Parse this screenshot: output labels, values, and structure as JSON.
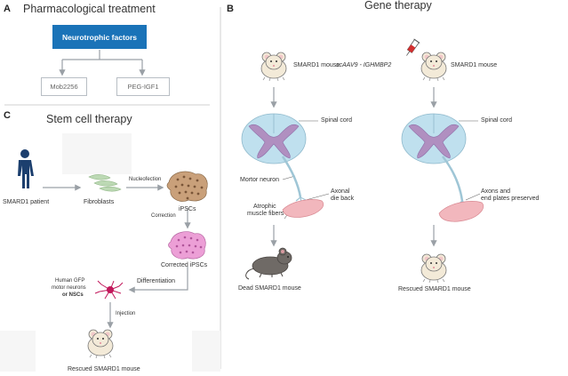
{
  "panel_a": {
    "letter": "A",
    "title": "Pharmacological treatment",
    "center_box": "Neurotrophic factors",
    "left_box": "Mob2256",
    "right_box": "PEG-IGF1"
  },
  "panel_b": {
    "letter": "B",
    "title": "Gene therapy",
    "left": {
      "mouse_label": "SMARD1 mouse",
      "spinal_cord": "Spinal cord",
      "motor_neuron": "Mortor neuron",
      "axonal_line1": "Axonal",
      "axonal_line2": "die back",
      "atrophic_line1": "Atrophic",
      "atrophic_line2": "muscle fibers",
      "outcome": "Dead SMARD1 mouse"
    },
    "right": {
      "vector": "scAAV9 - IGHMBP2",
      "mouse_label": "SMARD1 mouse",
      "spinal_cord": "Spinal cord",
      "axons_line1": "Axons and",
      "axons_line2": "end plates preserved",
      "outcome": "Rescued SMARD1 mouse"
    }
  },
  "panel_c": {
    "letter": "C",
    "title": "Stem cell therapy",
    "patient": "SMARD1 patient",
    "fibroblasts": "Fibroblasts",
    "nucleofection": "Nucleofection",
    "ipscs": "iPSCs",
    "correction": "Correction",
    "corrected": "Corrected iPSCs",
    "differentiation": "Differentiation",
    "neurons_line1": "Human GFP",
    "neurons_line2": "motor neurons",
    "neurons_line3": "or NSCs",
    "injection": "Injection",
    "outcome": "Rescued SMARD1 mouse"
  },
  "colors": {
    "blue_box": "#1a73b8",
    "spinal_cord_outer": "#bfe0ee",
    "spinal_cord_inner": "#b08fc0",
    "muscle": "#f2b7bd",
    "ipsc": "#c9a07a",
    "corrected_ipsc": "#ec9fd6",
    "neuron": "#c2185b",
    "arrow": "#9aa0a6"
  }
}
